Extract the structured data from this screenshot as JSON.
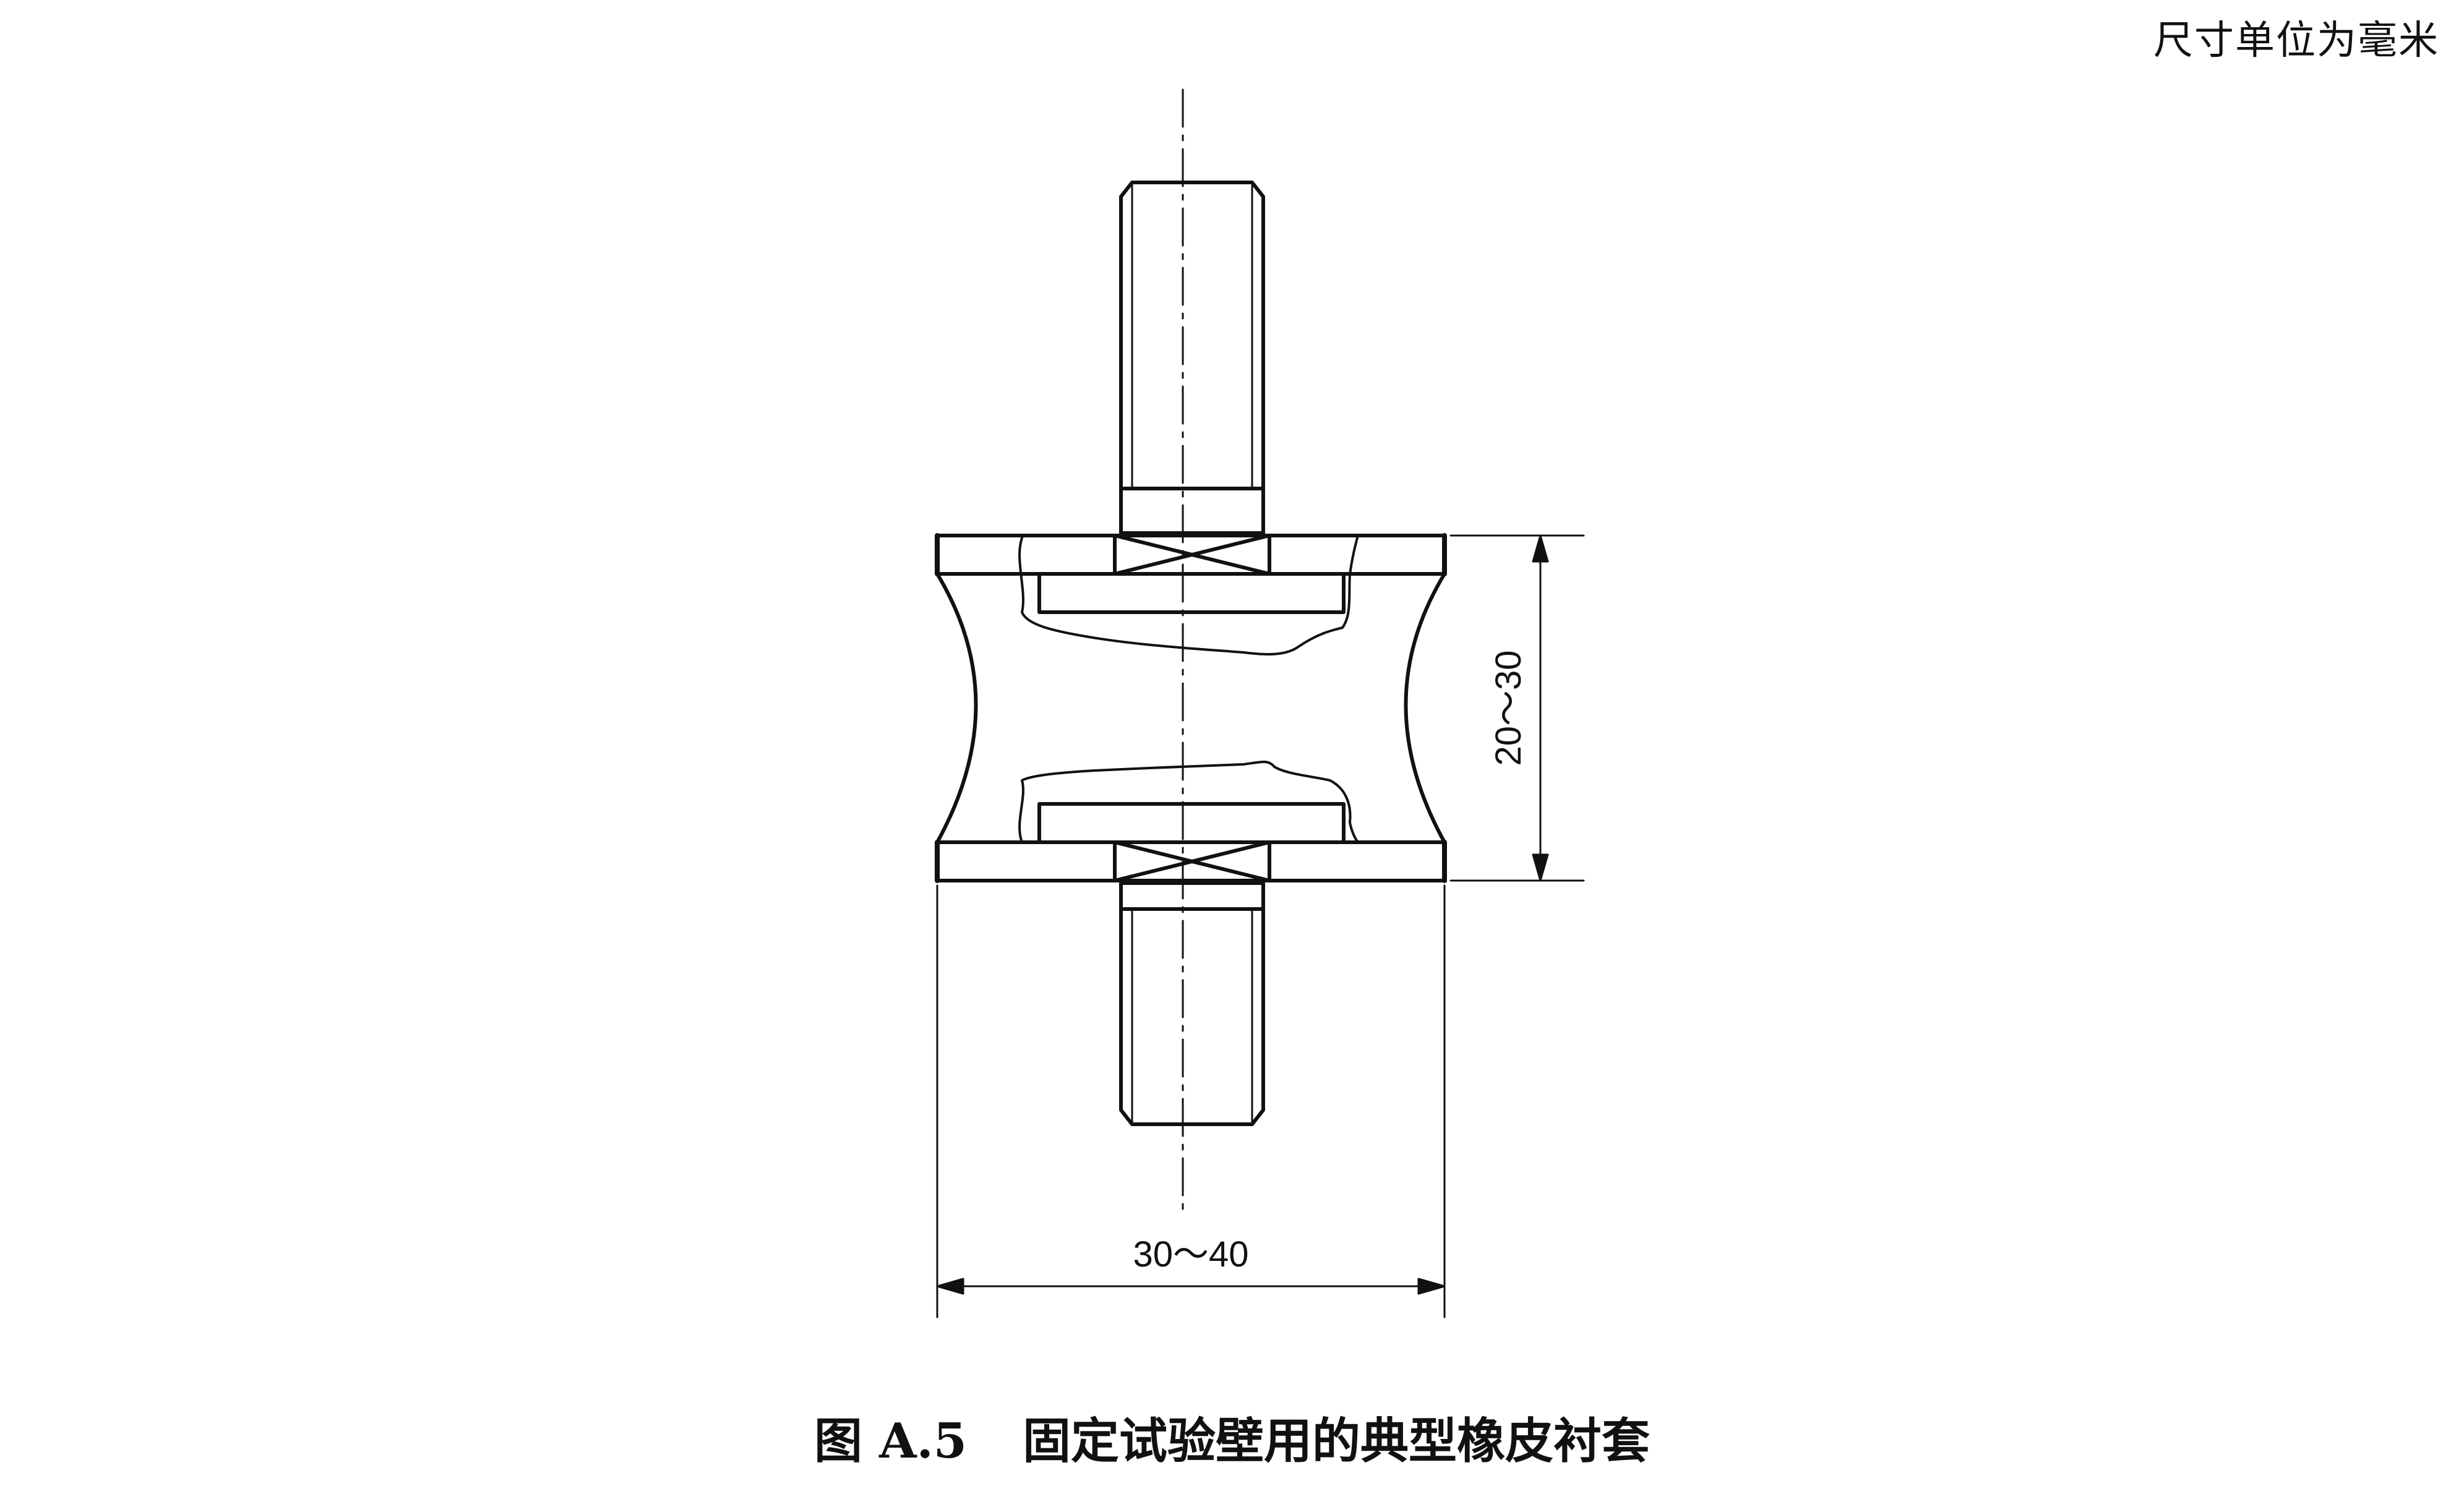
{
  "units_note": "尺寸单位为毫米",
  "dimensions": {
    "height": "20～30",
    "width": "30～40"
  },
  "caption": {
    "number": "图 A.5",
    "title": "固定试验壁用的典型橡皮衬套"
  }
}
